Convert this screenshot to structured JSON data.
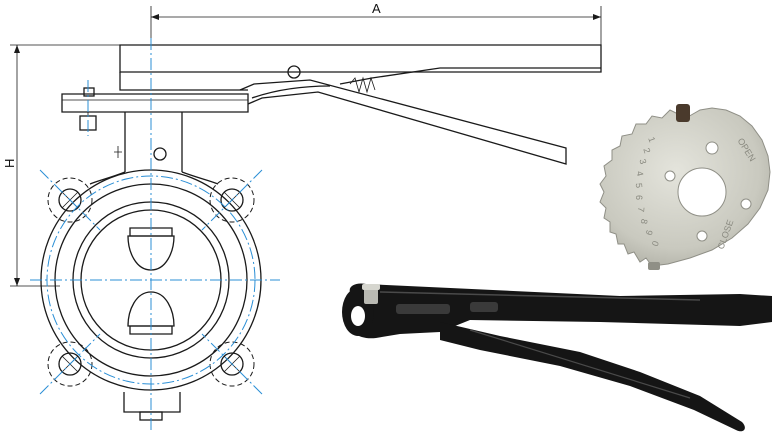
{
  "drawing": {
    "dimension_a": "A",
    "dimension_h": "H"
  },
  "notch_plate": {
    "scale_digits": [
      "1",
      "2",
      "3",
      "4",
      "5",
      "6",
      "7",
      "8",
      "9",
      "0"
    ],
    "open_label": "OPEN",
    "close_label": "CLOSE"
  },
  "colors": {
    "line": "#1a1a1a",
    "centerline": "#2b8fd6",
    "plate_metal": "#c9c9bf",
    "handle_iron": "#151515"
  }
}
